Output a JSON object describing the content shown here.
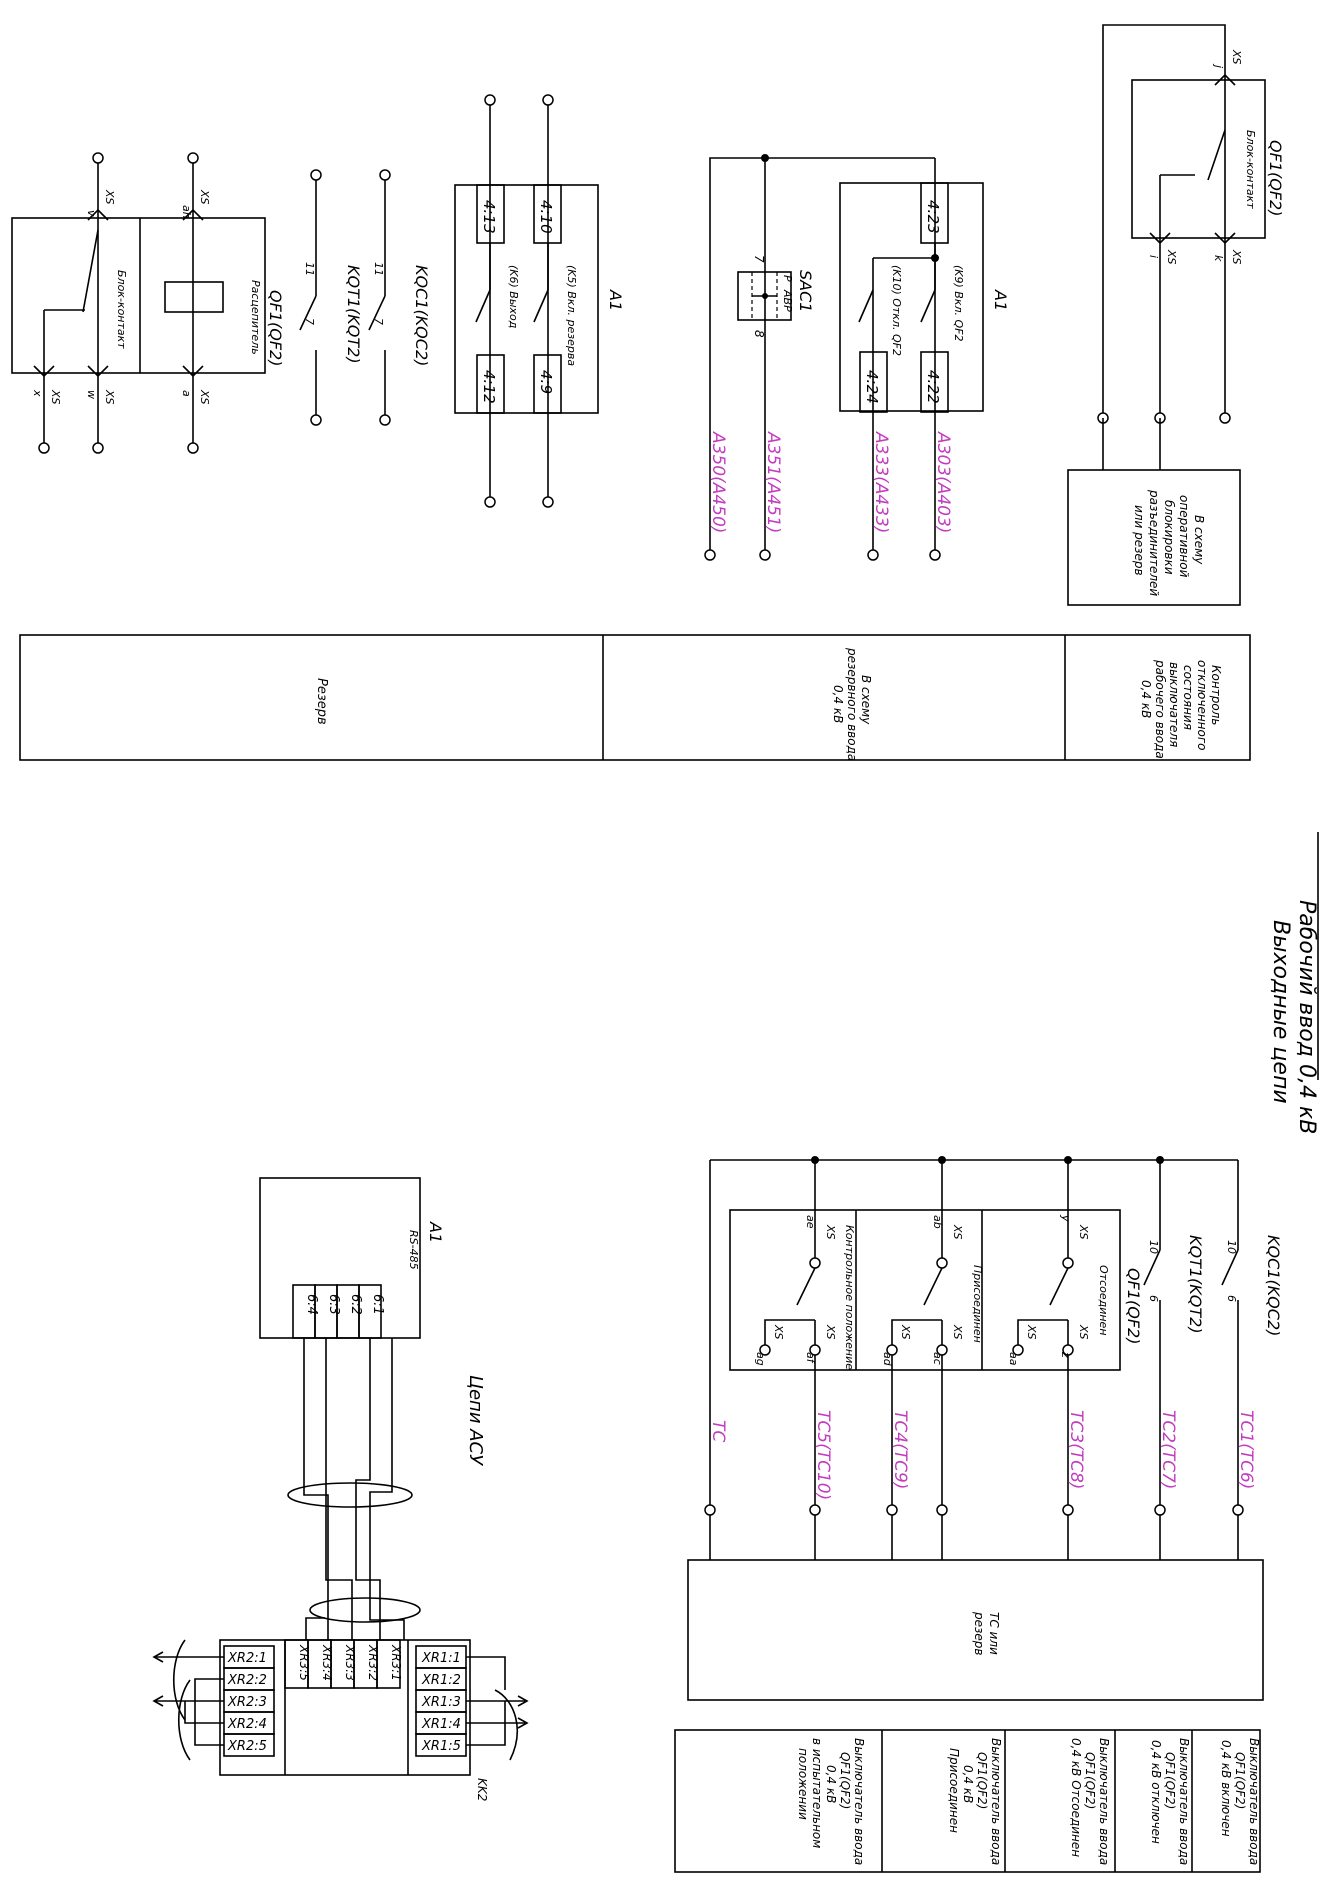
{
  "sheet": {
    "title_line1": "Рабочий ввод 0,4 кВ",
    "title_line2": "Выходные цепи"
  },
  "block_qf1_top": {
    "label": "QF1(QF2)",
    "sub1": "Блок-контакт",
    "sub2": "Расцепитель",
    "pins": [
      "XS",
      "v",
      "XS",
      "ah",
      "XS",
      "x",
      "XS",
      "w",
      "XS",
      "a"
    ]
  },
  "contacts_top": [
    {
      "label": "KQT1(KQT2)",
      "p1": "11",
      "p2": "7"
    },
    {
      "label": "KQC1(KQC2)",
      "p1": "11",
      "p2": "7"
    }
  ],
  "a1_left": {
    "label": "A1",
    "rows": [
      {
        "left": "4:13",
        "right": "4:12",
        "name": "(K6) Выход"
      },
      {
        "left": "4:10",
        "right": "4:9",
        "name": "(K5) Вкл. резерва"
      }
    ]
  },
  "sac1": {
    "label": "SAC1",
    "p": "P",
    "abr": "АВР",
    "p7": "7",
    "p8": "8"
  },
  "a1_right": {
    "label": "A1",
    "rows": [
      {
        "left": "4:23",
        "right": "4:22",
        "name": "(K9) Вкл. QF2"
      },
      {
        "left": "",
        "right": "4:24",
        "name": "(K10) Откл. QF2"
      }
    ]
  },
  "wires_top": [
    "A303(A403)",
    "A333(A433)",
    "A351(A451)",
    "A350(A450)"
  ],
  "block_qf1_right": {
    "label": "QF1(QF2)",
    "sub": "Блок-контакт",
    "pins": [
      "XS",
      "j",
      "XS",
      "i",
      "XS",
      "k"
    ]
  },
  "note_box": [
    "В схему",
    "оперативной",
    "блокировки",
    "разъединителей",
    "или резерв"
  ],
  "table_top": {
    "cells": [
      [
        "Контроль",
        "отключенного",
        "состояния",
        "выключателя",
        "рабочего ввода",
        "0,4 кВ"
      ],
      [
        "В схему",
        "резервного ввода",
        "0,4 кВ"
      ],
      [
        "Резерв"
      ]
    ]
  },
  "lower_contacts": [
    {
      "label": "KQC1(KQC2)",
      "p1": "10",
      "p2": "6"
    },
    {
      "label": "KQT1(KQT2)",
      "p1": "10",
      "p2": "6"
    }
  ],
  "qf1_lower": {
    "label": "QF1(QF2)",
    "cells": [
      {
        "name": "Отсоединен",
        "pins": [
          "y",
          "XS",
          "z",
          "XS",
          "aa",
          "XS"
        ]
      },
      {
        "name": "Присоединен",
        "pins": [
          "ab",
          "XS",
          "ac",
          "XS",
          "ad",
          "XS"
        ]
      },
      {
        "name": "Контрольное положение",
        "pins": [
          "ae",
          "XS",
          "af",
          "XS",
          "ag",
          "XS"
        ]
      }
    ]
  },
  "tc_wires": [
    "TC1(TC6)",
    "TC2(TC7)",
    "TC3(TC8)",
    "TC4(TC9)",
    "TC5(TC10)",
    "TC"
  ],
  "tc_box": [
    "ТС или",
    "резерв"
  ],
  "table_bottom": {
    "cells": [
      [
        "Выключатель ввода",
        "QF1(QF2)",
        "0,4 кВ включен"
      ],
      [
        "Выключатель ввода",
        "QF1(QF2)",
        "0,4 кВ отключен"
      ],
      [
        "Выключатель ввода",
        "QF1(QF2)",
        "0,4 кВ Отсоединен"
      ],
      [
        "Выключатель ввода",
        "QF1(QF2)",
        "0,4 кВ",
        "Присоединен"
      ],
      [
        "Выключатель ввода",
        "QF1(QF2)",
        "0,4 кВ",
        "в испытательном",
        "положении"
      ]
    ]
  },
  "asu": {
    "title": "Цепи АСУ",
    "a1": "A1",
    "rs": "RS-485",
    "pins": [
      "6:1",
      "6:2",
      "6:3",
      "6:4"
    ],
    "xr3": [
      "XR3:1",
      "XR3:2",
      "XR3:3",
      "XR3:4",
      "XR3:5"
    ],
    "xr1": [
      "XR1:5",
      "XR1:4",
      "XR1:3",
      "XR1:2",
      "XR1:1"
    ],
    "xr2": [
      "XR2:1",
      "XR2:2",
      "XR2:3",
      "XR2:4",
      "XR2:5"
    ],
    "kk": "KK2"
  }
}
